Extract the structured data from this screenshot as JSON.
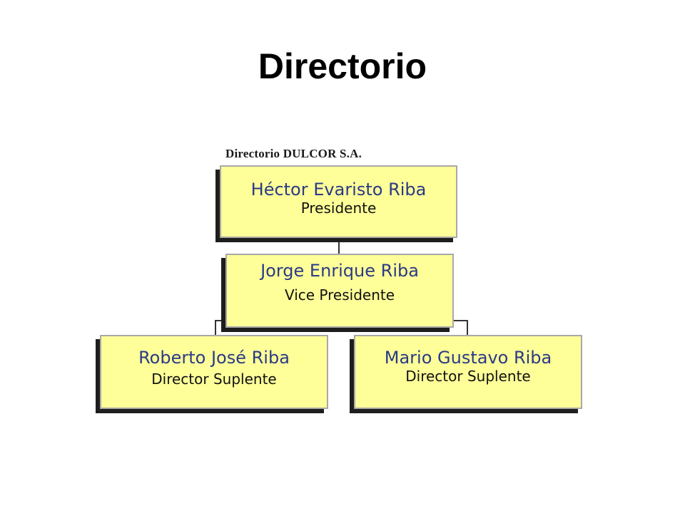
{
  "title": "Directorio",
  "caption": "Directorio DULCOR S.A.",
  "org_chart": {
    "president": {
      "name": "Héctor Evaristo Riba",
      "role": "Presidente"
    },
    "vice_president": {
      "name": "Jorge Enrique Riba",
      "role": "Vice Presidente"
    },
    "directors": [
      {
        "name": "Roberto José Riba",
        "role": "Director Suplente"
      },
      {
        "name": "Mario Gustavo Riba",
        "role": "Director Suplente"
      }
    ]
  },
  "colors": {
    "box_fill": "#ffff99",
    "name_text": "#2a3a86",
    "role_text": "#111111",
    "shadow": "#1e1e1e",
    "connector": "#333333"
  }
}
